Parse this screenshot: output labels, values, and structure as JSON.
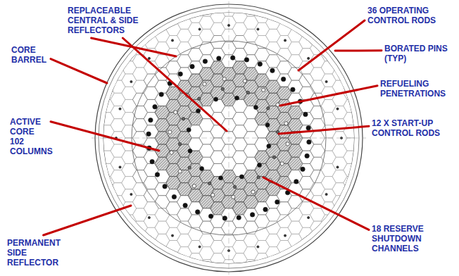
{
  "diagram": {
    "labels": [
      "REPLACEABLE CENTRAL & SIDE REFLECTORS",
      "36 OPERATING CONTROL RODS",
      "CORE BARREL",
      "BORATED PINS (TYP)",
      "REFUELING PENETRATIONS",
      "ACTIVE CORE 102 COLUMNS",
      "12 X START-UP CONTROL RODS",
      "18 RESERVE SHUTDOWN CHANNELS",
      "PERMANENT SIDE REFLECTOR"
    ]
  }
}
